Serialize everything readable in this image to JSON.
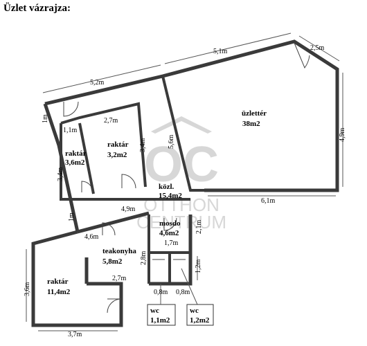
{
  "heading": "Üzlet vázrajza:",
  "watermark": {
    "brand": "OC",
    "line1": "OTTHON",
    "line2": "CENTRUM",
    "color": "#d7d7d7"
  },
  "rooms": {
    "uzletter": {
      "name": "üzlettér",
      "area": "38m2"
    },
    "raktar_small": {
      "name": "raktár",
      "area": "3,6m2"
    },
    "raktar_mid": {
      "name": "raktár",
      "area": "3,2m2"
    },
    "kozl": {
      "name": "közl.",
      "area": "15,4m2"
    },
    "mosdo": {
      "name": "mosdo",
      "area": "4,6m2"
    },
    "teakonyha": {
      "name": "teakonyha",
      "area": "5,8m2"
    },
    "raktar_big": {
      "name": "raktár",
      "area": "11,4m2"
    },
    "wc1": {
      "name": "wc",
      "area": "1,1m2"
    },
    "wc2": {
      "name": "wc",
      "area": "1,2m2"
    }
  },
  "dimensions": {
    "d_5_1": "5,1m",
    "d_2_5": "2,5m",
    "d_5_2": "5,2m",
    "d_1m_a": "1m",
    "d_1_1": "1,1m",
    "d_2_7a": "2,7m",
    "d_3_4a": "3,4m",
    "d_5_6": "5,6m",
    "d_4_9a": "4,9m",
    "d_3_4b": "3,4m",
    "d_6_1": "6,1m",
    "d_4_9b": "4,9m",
    "d_1m_b": "1m",
    "d_4_6": "4,6m",
    "d_2_1": "2,1m",
    "d_1_7": "1,7m",
    "d_2_8": "2,8m",
    "d_1_2": "1,2m",
    "d_2_7b": "2,7m",
    "d_3_6": "3,6m",
    "d_0_8a": "0,8m",
    "d_0_8b": "0,8m",
    "d_3_7": "3,7m"
  }
}
